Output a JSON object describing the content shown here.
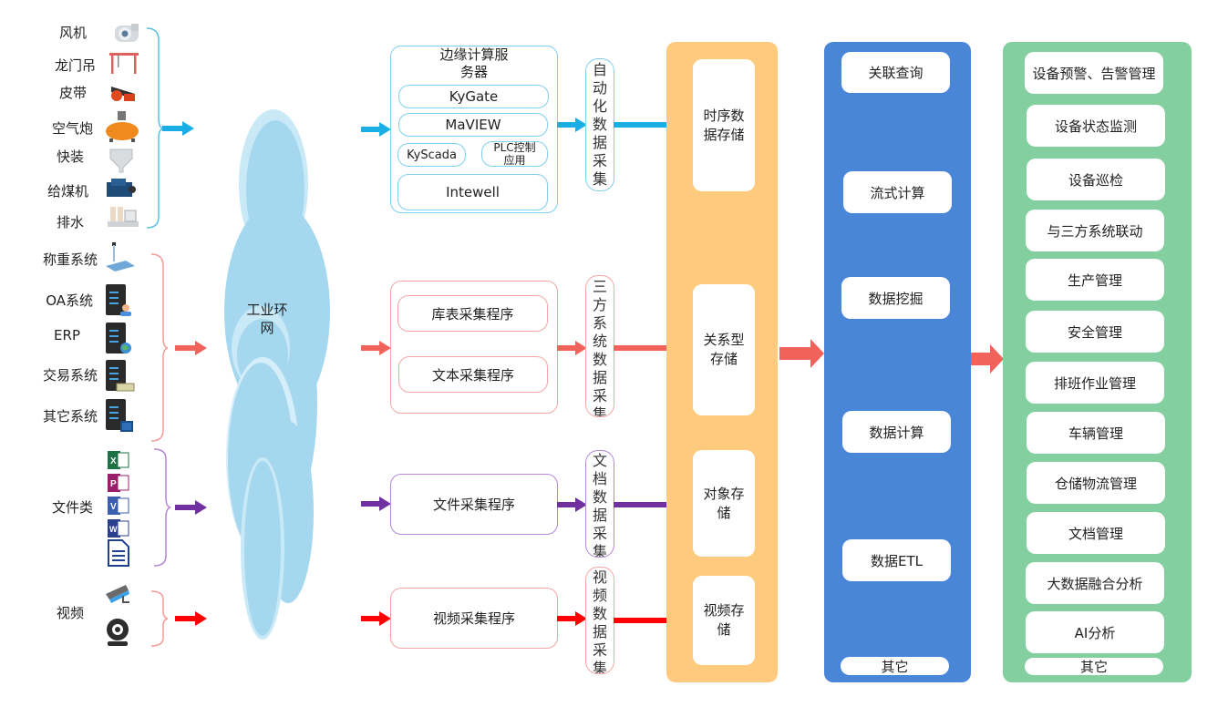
{
  "colors": {
    "auto": "#1aaee5",
    "third": "#f0625a",
    "file": "#7030a0",
    "video": "#ff0000",
    "storage_col": "#fdca7e",
    "compute_col": "#4a86d8",
    "app_col": "#84cfa0",
    "cloud": "#a5d8ef"
  },
  "sources": {
    "automation": [
      {
        "label": "风机",
        "icon": "fan-icon"
      },
      {
        "label": "龙门吊",
        "icon": "gantry-crane-icon"
      },
      {
        "label": "皮带",
        "icon": "conveyor-belt-icon"
      },
      {
        "label": "空气炮",
        "icon": "air-cannon-icon"
      },
      {
        "label": "快装",
        "icon": "loading-hopper-icon"
      },
      {
        "label": "给煤机",
        "icon": "coal-feeder-icon"
      },
      {
        "label": "排水",
        "icon": "drainage-icon"
      }
    ],
    "systems": [
      {
        "label": "称重系统",
        "icon": "weighing-scale-icon"
      },
      {
        "label": "OA系统",
        "icon": "server-user-icon"
      },
      {
        "label": "ERP",
        "icon": "server-globe-icon"
      },
      {
        "label": "交易系统",
        "icon": "server-money-icon"
      },
      {
        "label": "其它系统",
        "icon": "server-monitor-icon"
      }
    ],
    "files": {
      "label": "文件类",
      "icons": [
        "excel-icon",
        "powerpoint-icon",
        "visio-icon",
        "word-icon",
        "text-document-icon"
      ]
    },
    "video": {
      "label": "视频",
      "icons": [
        "surveillance-camera-icon",
        "webcam-icon"
      ]
    }
  },
  "network": {
    "label_line1": "工业环",
    "label_line2": "网"
  },
  "edge": {
    "title_line1": "边缘计算服",
    "title_line2": "务器",
    "items": [
      "KyGate",
      "MaVIEW",
      "KyScada",
      "PLC控制应用",
      "Intewell"
    ],
    "plc_line1": "PLC控制",
    "plc_line2": "应用"
  },
  "collectors": {
    "third_party": [
      "库表采集程序",
      "文本采集程序"
    ],
    "file": "文件采集程序",
    "video": "视频采集程序"
  },
  "collection_types": [
    {
      "chars": [
        "自",
        "动",
        "化",
        "数",
        "据",
        "采",
        "集"
      ]
    },
    {
      "chars": [
        "三",
        "方",
        "系",
        "统",
        "数",
        "据",
        "采",
        "集"
      ]
    },
    {
      "chars": [
        "文",
        "档",
        "数",
        "据",
        "采",
        "集"
      ]
    },
    {
      "chars": [
        "视",
        "频",
        "数",
        "据",
        "采",
        "集"
      ]
    }
  ],
  "storage": [
    {
      "line1": "时序数",
      "line2": "据存储"
    },
    {
      "line1": "关系型",
      "line2": "存储"
    },
    {
      "line1": "对象存",
      "line2": "储"
    },
    {
      "line1": "视频存",
      "line2": "储"
    }
  ],
  "compute": [
    "关联查询",
    "流式计算",
    "数据挖掘",
    "数据计算",
    "数据ETL",
    "其它"
  ],
  "applications": [
    "设备预警、告警管理",
    "设备状态监测",
    "设备巡检",
    "与三方系统联动",
    "生产管理",
    "安全管理",
    "排班作业管理",
    "车辆管理",
    "仓储物流管理",
    "文档管理",
    "大数据融合分析",
    "AI分析",
    "其它"
  ]
}
